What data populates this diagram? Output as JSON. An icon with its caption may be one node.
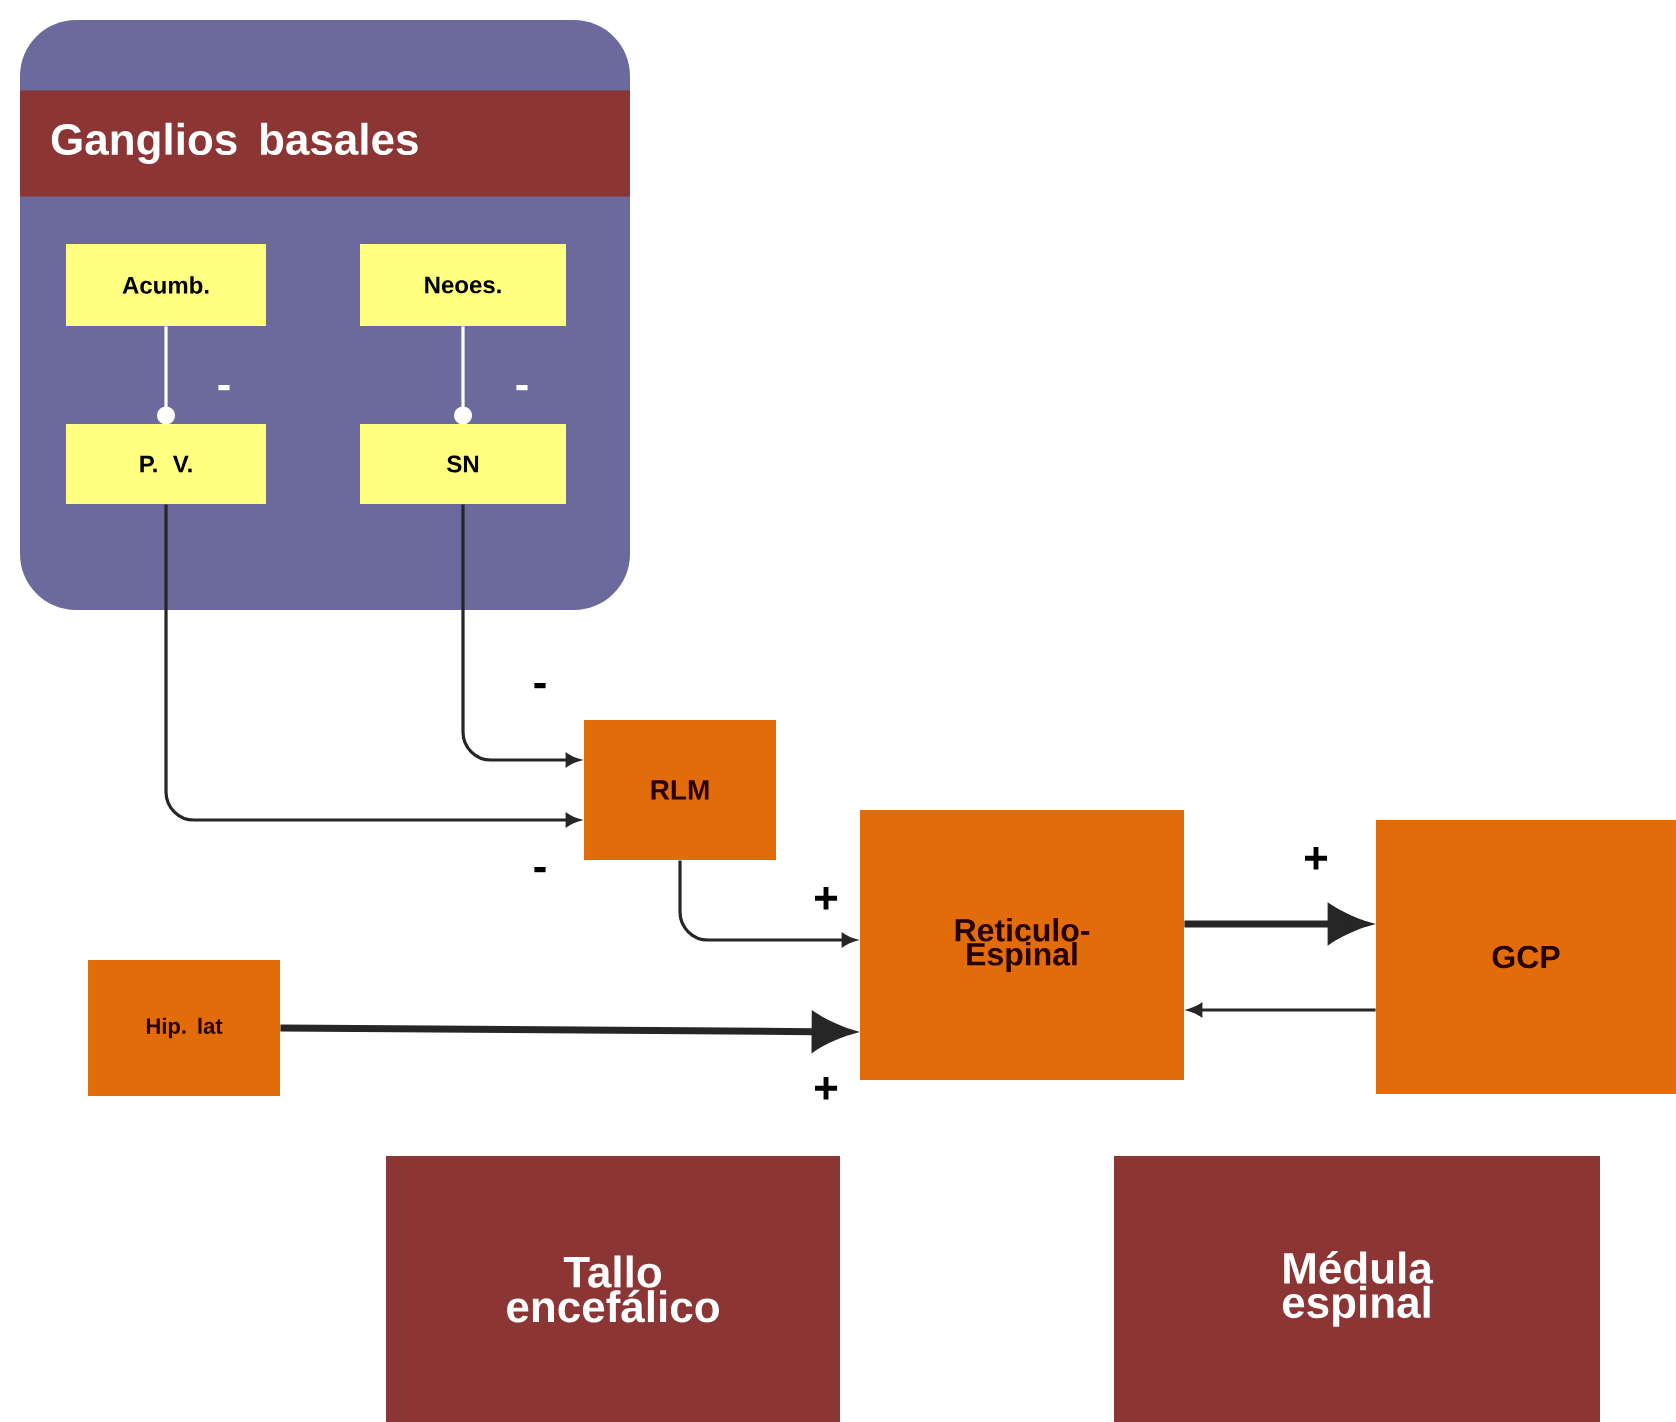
{
  "diagram": {
    "nodes": [
      {
        "text": [
          "Ganglios basales"
        ]
      },
      {
        "text": [
          "Acumb."
        ],
        "in": 0
      },
      {
        "text": [
          "Neoes."
        ],
        "in": 0
      },
      {
        "text": [
          "P. V."
        ],
        "in": 0
      },
      {
        "text": [
          "SN"
        ],
        "in": 0
      },
      {
        "text": [
          "RLM"
        ]
      },
      {
        "text": [
          "Hip. lat"
        ]
      },
      {
        "text": [
          "Reticulo- Espinal"
        ]
      },
      {
        "text": [
          "GCP"
        ]
      },
      {
        "text": [
          "Tallo encefálico"
        ]
      },
      {
        "text": [
          "Médula espinal"
        ]
      }
    ],
    "edges": [
      {
        "from": 1,
        "to": 3,
        "arrow": "other",
        "label": "-",
        "color": "#ffffff"
      },
      {
        "from": 2,
        "to": 4,
        "arrow": "other",
        "label": "-",
        "color": "#ffffff"
      },
      {
        "from": 4,
        "to": 5,
        "arrow": "to",
        "label": "-"
      },
      {
        "from": 3,
        "to": 5,
        "arrow": "to",
        "label": "-"
      },
      {
        "from": 5,
        "to": 7,
        "arrow": "to",
        "label": "+"
      },
      {
        "from": 6,
        "to": 7,
        "arrow": "to",
        "label": "+",
        "style": "thick"
      },
      {
        "from": 7,
        "to": 8,
        "arrow": "to",
        "label": "+",
        "style": "thick"
      },
      {
        "from": 8,
        "to": 7,
        "arrow": "to"
      }
    ]
  }
}
